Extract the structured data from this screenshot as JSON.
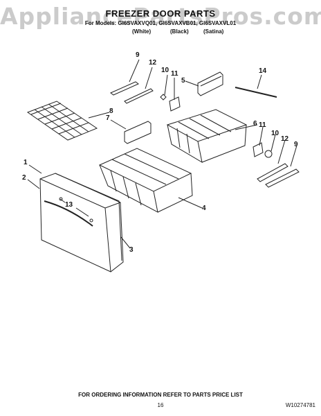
{
  "watermark": "AppliancePartsPros.com",
  "title": "FREEZER DOOR PARTS",
  "models_line": "For Models: GI6SVAXVQ01, GI6SVAXVB01, GI6SVAXVL01",
  "finishes": [
    "(White)",
    "(Black)",
    "(Satina)"
  ],
  "callouts": [
    "9",
    "12",
    "10",
    "11",
    "5",
    "14",
    "8",
    "7",
    "6",
    "11",
    "10",
    "12",
    "9",
    "1",
    "2",
    "13",
    "4",
    "3"
  ],
  "footer": "FOR ORDERING INFORMATION REFER TO PARTS PRICE LIST",
  "page_number": "16",
  "doc_number": "W10274781"
}
